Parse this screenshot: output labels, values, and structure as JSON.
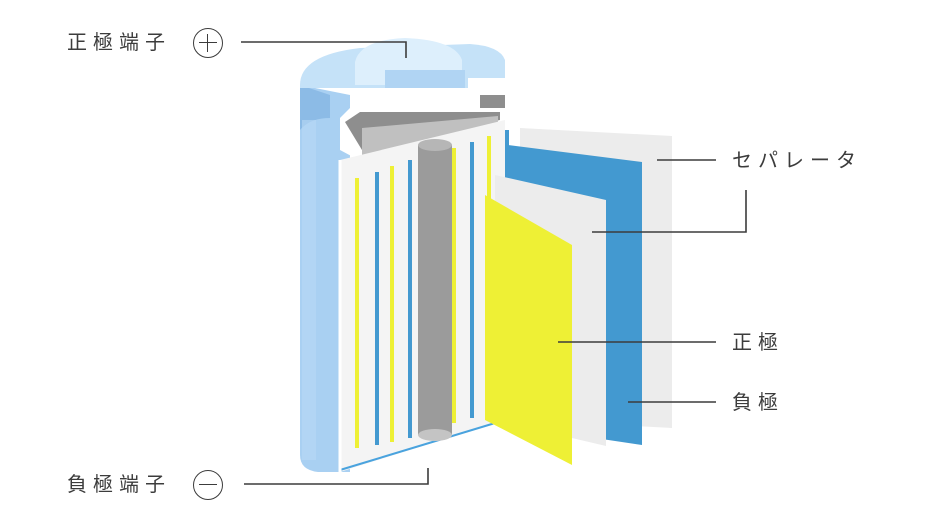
{
  "labels": {
    "positive_terminal": "正極端子",
    "negative_terminal": "負極端子",
    "separator": "セパレータ",
    "positive_electrode": "正極",
    "negative_electrode": "負極"
  },
  "colors": {
    "can_light": "#d5eaf9",
    "can_body": "#a9d0f2",
    "can_shade": "#8cbbe6",
    "electrode_positive": "#eef035",
    "electrode_negative": "#4399d0",
    "separator": "#ececec",
    "center_pin": "#9b9b9b",
    "leader_line": "#3c3c3c"
  },
  "icons": {
    "positive_terminal_symbol": "circled-plus-icon",
    "negative_terminal_symbol": "circled-minus-icon"
  }
}
